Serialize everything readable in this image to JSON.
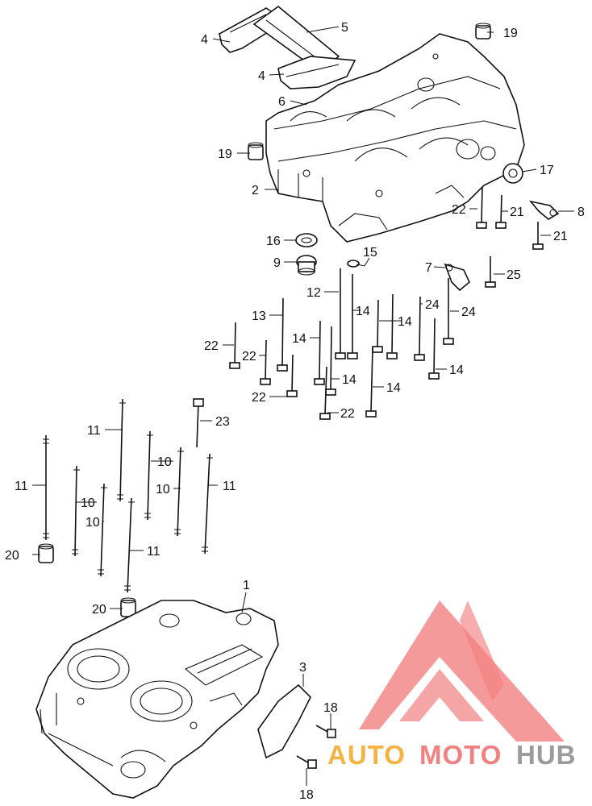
{
  "callouts": {
    "c1": "1",
    "c2": "2",
    "c3": "3",
    "c4a": "4",
    "c4b": "4",
    "c5": "5",
    "c6": "6",
    "c7": "7",
    "c8": "8",
    "c9": "9",
    "c10a": "10",
    "c10b": "10",
    "c10c": "10",
    "c10d": "10",
    "c11a": "11",
    "c11b": "11",
    "c11c": "11",
    "c11d": "11",
    "c12": "12",
    "c13": "13",
    "c14a": "14",
    "c14b": "14",
    "c14c": "14",
    "c14d": "14",
    "c14e": "14",
    "c14f": "14",
    "c15": "15",
    "c16": "16",
    "c17": "17",
    "c18a": "18",
    "c18b": "18",
    "c19a": "19",
    "c19b": "19",
    "c20a": "20",
    "c20b": "20",
    "c21a": "21",
    "c21b": "21",
    "c22a": "22",
    "c22b": "22",
    "c22c": "22",
    "c22d": "22",
    "c22e": "22",
    "c23": "23",
    "c24a": "24",
    "c24b": "24",
    "c25": "25"
  },
  "watermark": {
    "auto": "AUTO",
    "moto": "MOTO",
    "hub": "HUB",
    "color_red": "#f06a6a",
    "color_orange": "#f5a623",
    "color_gray": "#8a8a8a"
  }
}
